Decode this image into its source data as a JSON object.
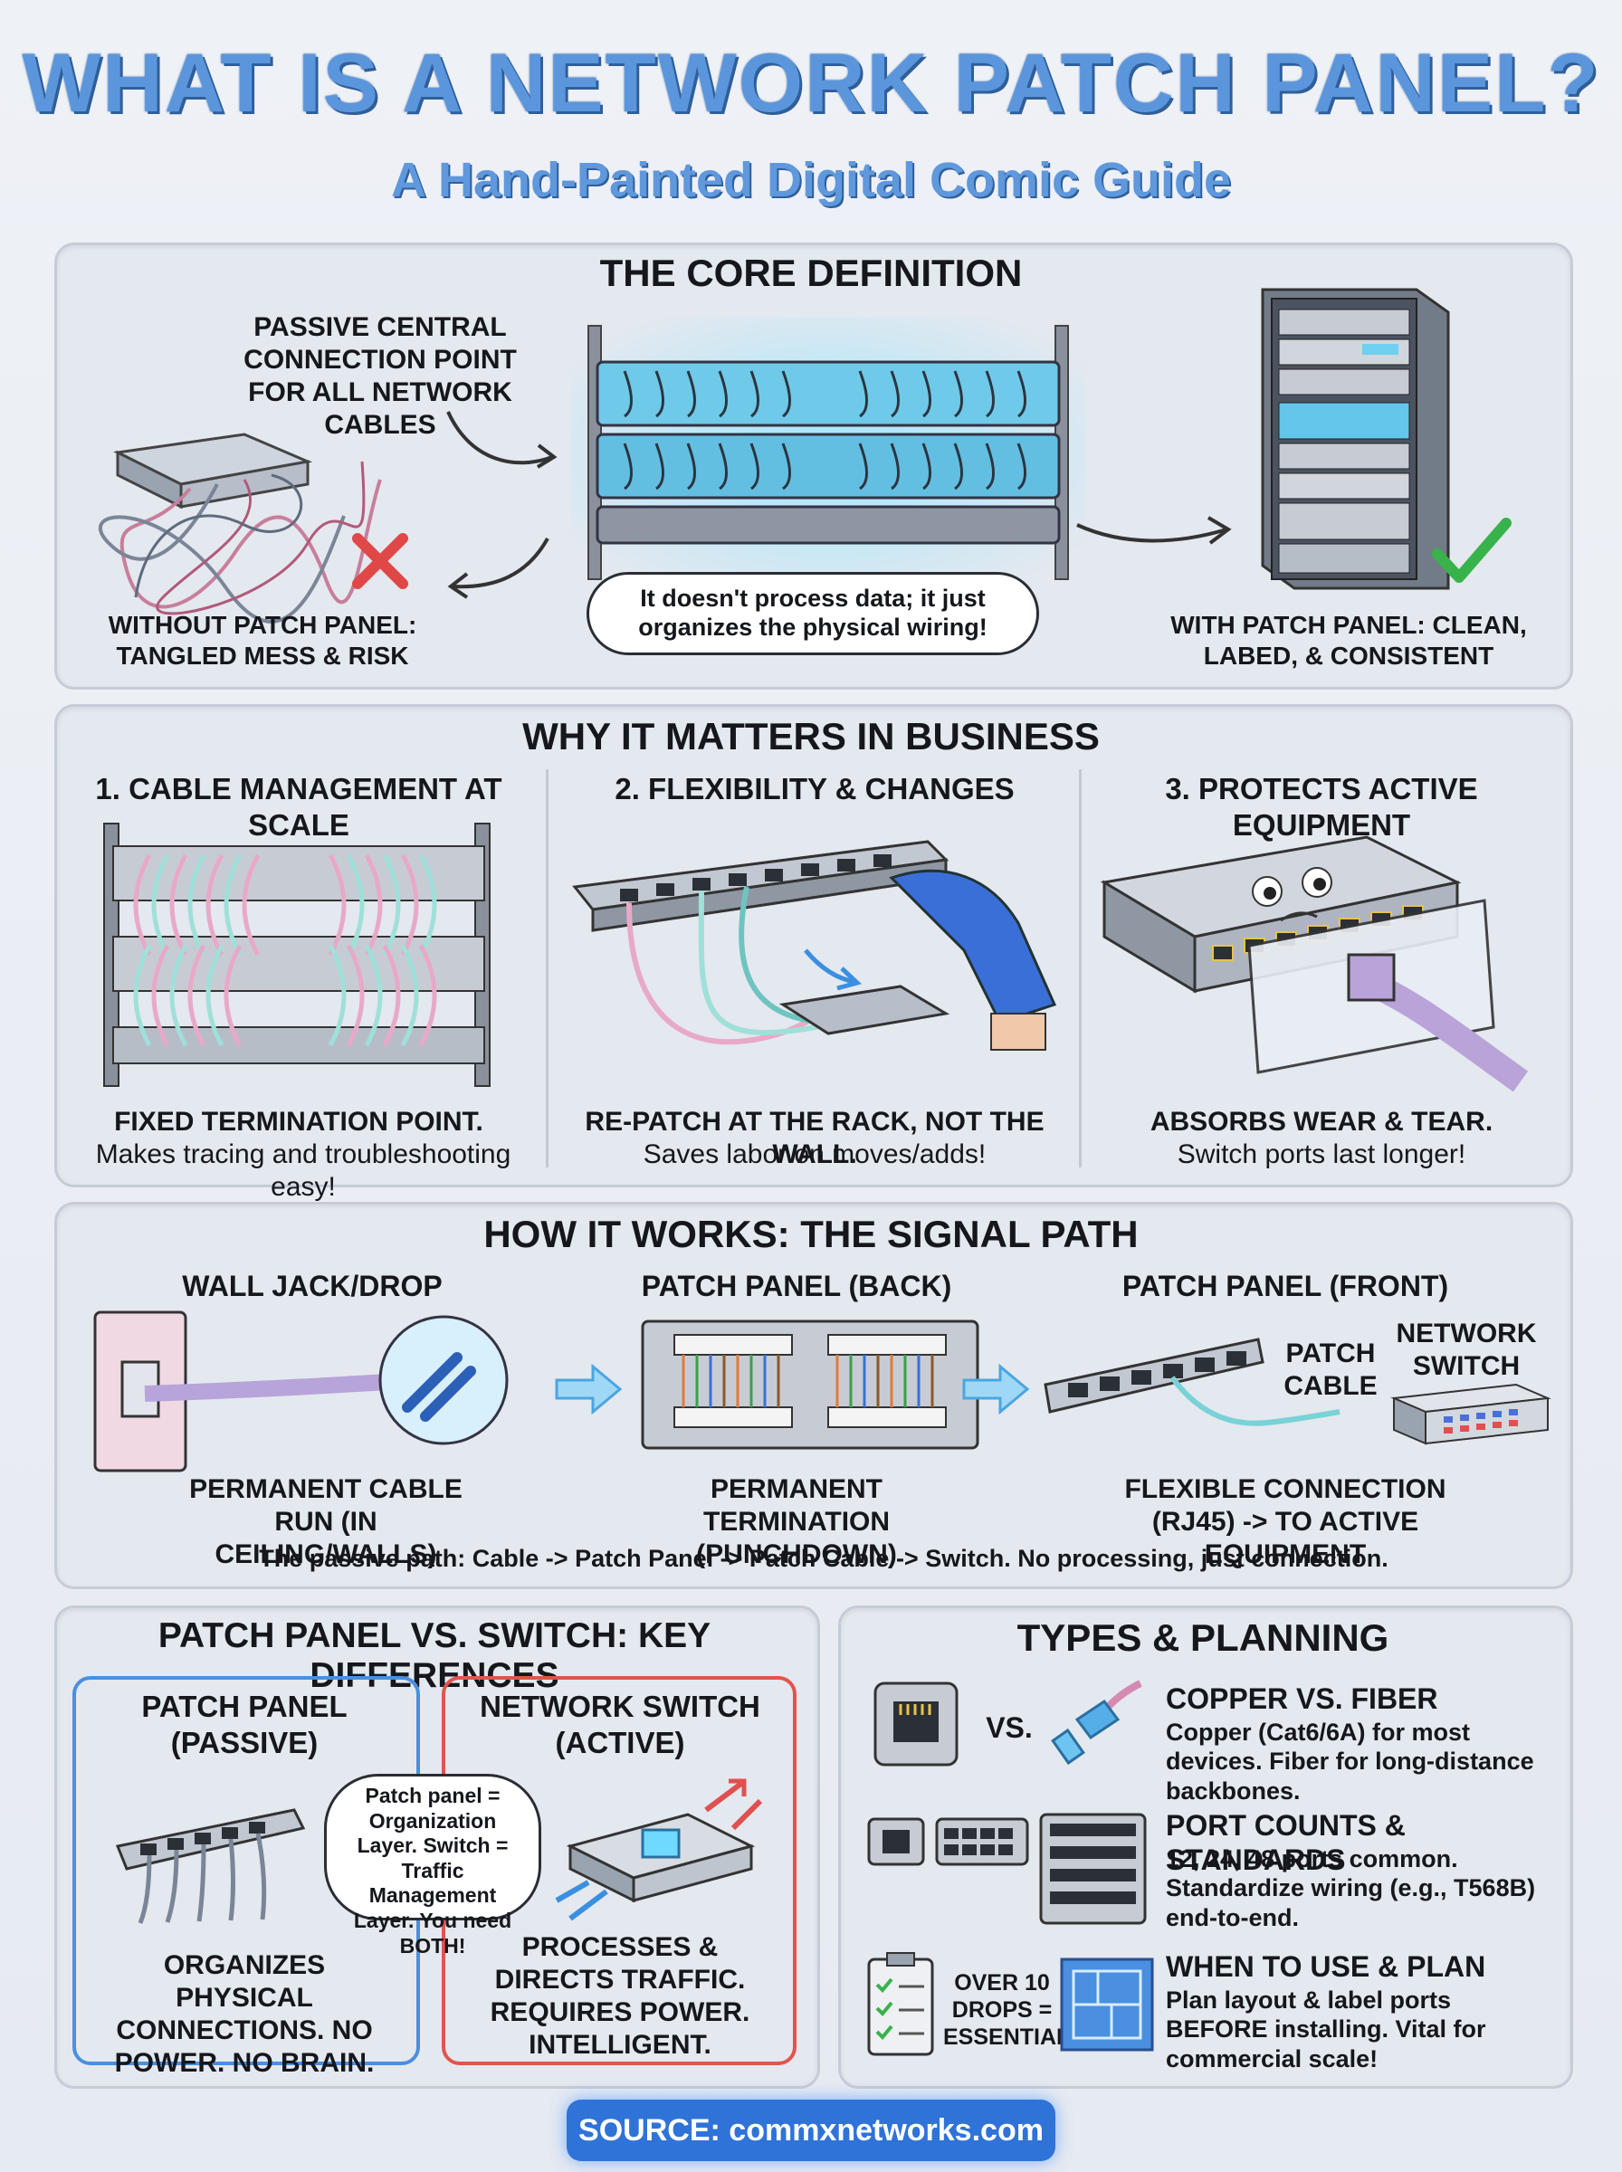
{
  "title": "WHAT IS A NETWORK PATCH PANEL?",
  "subtitle": "A Hand-Painted Digital Comic Guide",
  "core": {
    "heading": "THE CORE DEFINITION",
    "definition": "PASSIVE CENTRAL CONNECTION POINT FOR ALL NETWORK CABLES",
    "without": "WITHOUT PATCH PANEL: TANGLED MESS & RISK",
    "bubble": "It doesn't process data; it just organizes the physical wiring!",
    "with": "WITH PATCH PANEL: CLEAN, LABED, & CONSISTENT"
  },
  "business": {
    "heading": "WHY IT MATTERS IN BUSINESS",
    "items": [
      {
        "title": "1. CABLE MANAGEMENT AT SCALE",
        "caption": "FIXED TERMINATION POINT.",
        "sub": "Makes tracing and troubleshooting easy!"
      },
      {
        "title": "2. FLEXIBILITY & CHANGES",
        "caption": "RE-PATCH AT THE RACK, NOT THE WALL.",
        "sub": "Saves labor on moves/adds!"
      },
      {
        "title": "3. PROTECTS ACTIVE EQUIPMENT",
        "caption": "ABSORBS WEAR & TEAR.",
        "sub": "Switch ports last longer!"
      }
    ]
  },
  "signal": {
    "heading": "HOW IT WORKS: THE SIGNAL PATH",
    "steps": [
      {
        "label": "WALL JACK/DROP",
        "caption": "PERMANENT CABLE RUN (IN CEILING/WALLS)"
      },
      {
        "label": "PATCH PANEL (BACK)",
        "caption": "PERMANENT TERMINATION (PUNCHDOWN)"
      },
      {
        "label": "PATCH PANEL (FRONT)",
        "caption": "FLEXIBLE CONNECTION (RJ45) -> TO ACTIVE EQUIPMENT"
      }
    ],
    "patch_cable": "PATCH CABLE",
    "network_switch": "NETWORK SWITCH",
    "footer": "The passive path: Cable -> Patch Panel -> Patch Cable -> Switch. No processing, just connection."
  },
  "vs": {
    "heading": "PATCH PANEL VS. SWITCH: KEY DIFFERENCES",
    "panel_title": "PATCH PANEL (PASSIVE)",
    "panel_caption": "ORGANIZES PHYSICAL CONNECTIONS. NO POWER. NO BRAIN.",
    "switch_title": "NETWORK SWITCH (ACTIVE)",
    "switch_caption": "PROCESSES & DIRECTS TRAFFIC. REQUIRES POWER. INTELLIGENT.",
    "bubble": "Patch panel = Organization Layer. Switch = Traffic Management Layer. You need BOTH!"
  },
  "types": {
    "heading": "TYPES & PLANNING",
    "vs_label": "VS.",
    "drops_label": "OVER 10 DROPS = ESSENTIAL",
    "items": [
      {
        "title": "COPPER VS. FIBER",
        "text": "Copper (Cat6/6A) for most devices. Fiber for long-distance backbones."
      },
      {
        "title": "PORT COUNTS & STANDARDS",
        "text": "12, 24, 48 ports common. Standardize wiring (e.g., T568B) end-to-end."
      },
      {
        "title": "WHEN TO USE & PLAN",
        "text": "Plan layout & label ports BEFORE installing. Vital for commercial scale!"
      }
    ]
  },
  "source": "SOURCE: commxnetworks.com",
  "colors": {
    "accent_blue": "#5b96dd",
    "passive_border": "#4a8fe0",
    "active_border": "#e0554c",
    "check": "#38b24a",
    "cross": "#e04848"
  }
}
